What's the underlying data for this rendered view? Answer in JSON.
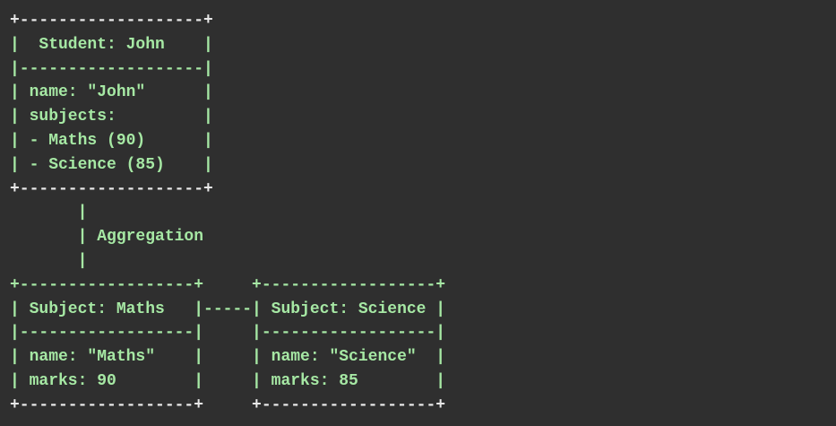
{
  "diagram_lines": [
    "+-------------------+",
    "|  Student: John    |",
    "|-------------------|",
    "| name: \"John\"      |",
    "| subjects:         |",
    "| - Maths (90)      |",
    "| - Science (85)    |",
    "+-------------------+",
    "       |",
    "       | Aggregation",
    "       |",
    "+------------------+     +------------------+",
    "| Subject: Maths   |-----| Subject: Science |",
    "|------------------|     |------------------|",
    "| name: \"Maths\"    |     | name: \"Science\"  |",
    "| marks: 90        |     | marks: 85        |",
    "+------------------+     +------------------+"
  ],
  "colors": {
    "background": "#2f2f2f",
    "text": "#a6e8a4",
    "border": "#e8e8e8"
  }
}
